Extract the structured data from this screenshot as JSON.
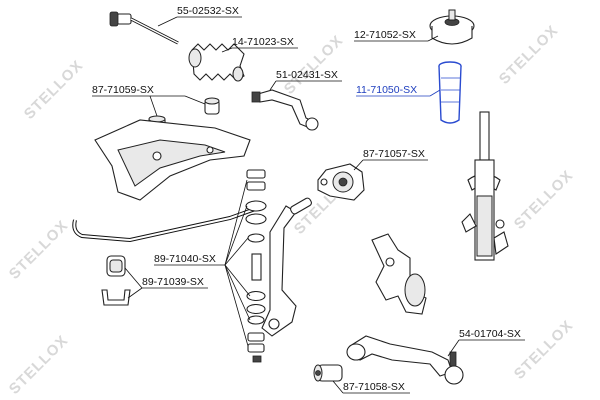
{
  "watermark_text": "STELLOX",
  "labels": {
    "p_55_02532": "55-02532-SX",
    "p_14_71023": "14-71023-SX",
    "p_12_71052": "12-71052-SX",
    "p_51_02431": "51-02431-SX",
    "p_11_71050": "11-71050-SX",
    "p_87_71059": "87-71059-SX",
    "p_87_71057": "87-71057-SX",
    "p_89_71040": "89-71040-SX",
    "p_89_71039": "89-71039-SX",
    "p_54_01704": "54-01704-SX",
    "p_87_71058": "87-71058-SX"
  },
  "colors": {
    "highlight_label": "#1f3fbf",
    "label": "#111111",
    "watermark": "#d8d8d8"
  }
}
